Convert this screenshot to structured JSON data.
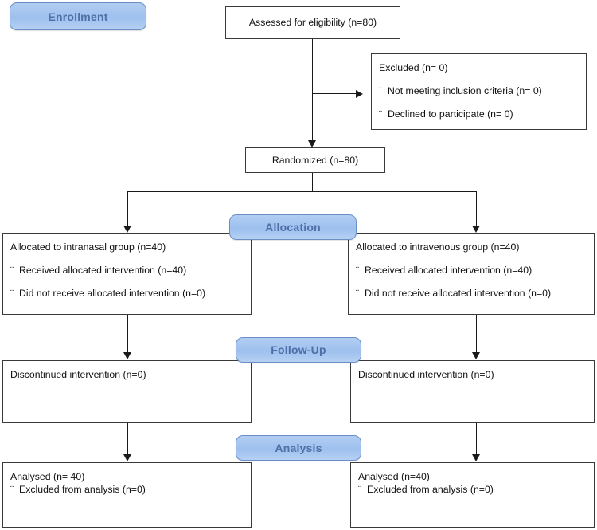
{
  "diagram": {
    "title": "CONSORT participant flow diagram",
    "accent_color": "#9dc0ee",
    "accent_border_color": "#6b8fc4",
    "accent_text_color": "#4f6fa8",
    "line_color": "#1a1a1a",
    "box_border_color": "#3a3a3a"
  },
  "stages": {
    "enrollment": "Enrollment",
    "allocation": "Allocation",
    "followup": "Follow-Up",
    "analysis": "Analysis"
  },
  "bullet": "¨",
  "boxes": {
    "assessed": {
      "lines": [
        "Assessed for eligibility (n=80)"
      ]
    },
    "excluded": {
      "heading": "Excluded (n= 0)",
      "items": [
        "Not meeting inclusion criteria (n=  0)",
        "Declined to participate (n=  0)"
      ]
    },
    "randomized": {
      "lines": [
        "Randomized (n=80)"
      ]
    },
    "alloc_left": {
      "heading": "Allocated to intranasal group (n=40)",
      "items": [
        "Received allocated intervention (n=40)",
        "Did not receive allocated intervention (n=0)"
      ]
    },
    "alloc_right": {
      "heading": "Allocated to intravenous group (n=40)",
      "items": [
        "Received allocated intervention (n=40)",
        "Did not receive allocated intervention (n=0)"
      ]
    },
    "follow_left": {
      "lines": [
        "Discontinued intervention (n=0)"
      ]
    },
    "follow_right": {
      "lines": [
        "Discontinued intervention (n=0)"
      ]
    },
    "analysis_left": {
      "heading": "Analysed (n= 40)",
      "items": [
        "Excluded from analysis (n=0)"
      ]
    },
    "analysis_right": {
      "heading": "Analysed (n=40)",
      "items": [
        "Excluded from analysis (n=0)"
      ]
    }
  },
  "chart_data": {
    "type": "table",
    "title": "CONSORT flow",
    "nodes": [
      {
        "id": "assessed",
        "label": "Assessed for eligibility",
        "n": 80
      },
      {
        "id": "excluded",
        "label": "Excluded",
        "n": 0
      },
      {
        "id": "excl_criteria",
        "label": "Not meeting inclusion criteria",
        "n": 0
      },
      {
        "id": "excl_declined",
        "label": "Declined to participate",
        "n": 0
      },
      {
        "id": "randomized",
        "label": "Randomized",
        "n": 80
      },
      {
        "id": "alloc_intranasal",
        "label": "Allocated to intranasal group",
        "n": 40
      },
      {
        "id": "alloc_intravenous",
        "label": "Allocated to intravenous group",
        "n": 40
      },
      {
        "id": "recv_left",
        "label": "Received allocated intervention (intranasal)",
        "n": 40
      },
      {
        "id": "norecv_left",
        "label": "Did not receive allocated intervention (intranasal)",
        "n": 0
      },
      {
        "id": "recv_right",
        "label": "Received allocated intervention (intravenous)",
        "n": 40
      },
      {
        "id": "norecv_right",
        "label": "Did not receive allocated intervention (intravenous)",
        "n": 0
      },
      {
        "id": "disc_left",
        "label": "Discontinued intervention (intranasal)",
        "n": 0
      },
      {
        "id": "disc_right",
        "label": "Discontinued intervention (intravenous)",
        "n": 0
      },
      {
        "id": "analysed_left",
        "label": "Analysed (intranasal)",
        "n": 40
      },
      {
        "id": "exclana_left",
        "label": "Excluded from analysis (intranasal)",
        "n": 0
      },
      {
        "id": "analysed_right",
        "label": "Analysed (intravenous)",
        "n": 40
      },
      {
        "id": "exclana_right",
        "label": "Excluded from analysis (intravenous)",
        "n": 0
      }
    ],
    "edges": [
      [
        "assessed",
        "excluded"
      ],
      [
        "assessed",
        "randomized"
      ],
      [
        "randomized",
        "alloc_intranasal"
      ],
      [
        "randomized",
        "alloc_intravenous"
      ],
      [
        "alloc_intranasal",
        "disc_left"
      ],
      [
        "alloc_intravenous",
        "disc_right"
      ],
      [
        "disc_left",
        "analysed_left"
      ],
      [
        "disc_right",
        "analysed_right"
      ]
    ],
    "stages": [
      "Enrollment",
      "Allocation",
      "Follow-Up",
      "Analysis"
    ]
  }
}
